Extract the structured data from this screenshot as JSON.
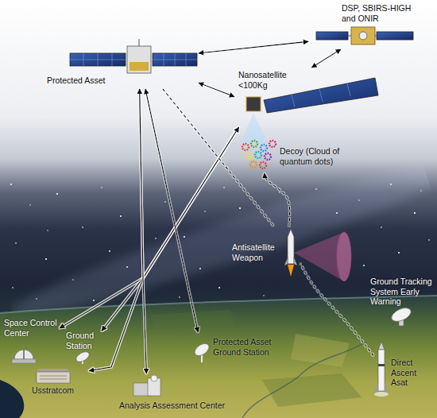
{
  "diagram": {
    "nodes": [
      {
        "text": [
          "DSP, SBIRS-HIGH and ONIR"
        ]
      },
      {
        "text": [
          "Protected Asset"
        ]
      },
      {
        "text": [
          "Nanosatellite <100Kg"
        ]
      },
      {
        "text": [
          "Decoy (Cloud of quantum dots)"
        ]
      },
      {
        "text": [
          "Antisatellite Weapon"
        ]
      },
      {
        "text": [
          "Ground Tracking System Early Warning"
        ]
      },
      {
        "text": [
          "Space Control Center"
        ]
      },
      {
        "text": [
          "Ground Station"
        ]
      },
      {
        "text": [
          "Usstratcom"
        ]
      },
      {
        "text": [
          "Protected Asset Ground Station"
        ]
      },
      {
        "text": [
          "Direct Ascent Asat"
        ]
      },
      {
        "text": [
          "Analysis Assessment Center"
        ]
      }
    ],
    "edges": [
      {
        "from": 1,
        "to": 0,
        "arrow": "both"
      },
      {
        "from": 2,
        "to": 0,
        "arrow": "both"
      },
      {
        "from": 1,
        "to": 2,
        "arrow": "both"
      },
      {
        "from": 6,
        "to": 2,
        "arrow": "both"
      },
      {
        "from": 7,
        "to": 2,
        "arrow": "both"
      },
      {
        "from": 8,
        "to": 2,
        "arrow": "both"
      },
      {
        "from": 11,
        "to": 2,
        "arrow": "both"
      },
      {
        "from": 6,
        "to": 1,
        "arrow": "both"
      },
      {
        "from": 7,
        "to": 1,
        "arrow": "both"
      },
      {
        "from": 8,
        "to": 1,
        "arrow": "both"
      },
      {
        "from": 11,
        "to": 1,
        "arrow": "both"
      },
      {
        "from": 1,
        "to": 9,
        "arrow": "both"
      },
      {
        "from": 1,
        "to": 4,
        "arrow": "none"
      },
      {
        "from": 10,
        "to": 4,
        "arrow": "none"
      },
      {
        "from": 4,
        "to": 3,
        "arrow": "to"
      }
    ]
  }
}
